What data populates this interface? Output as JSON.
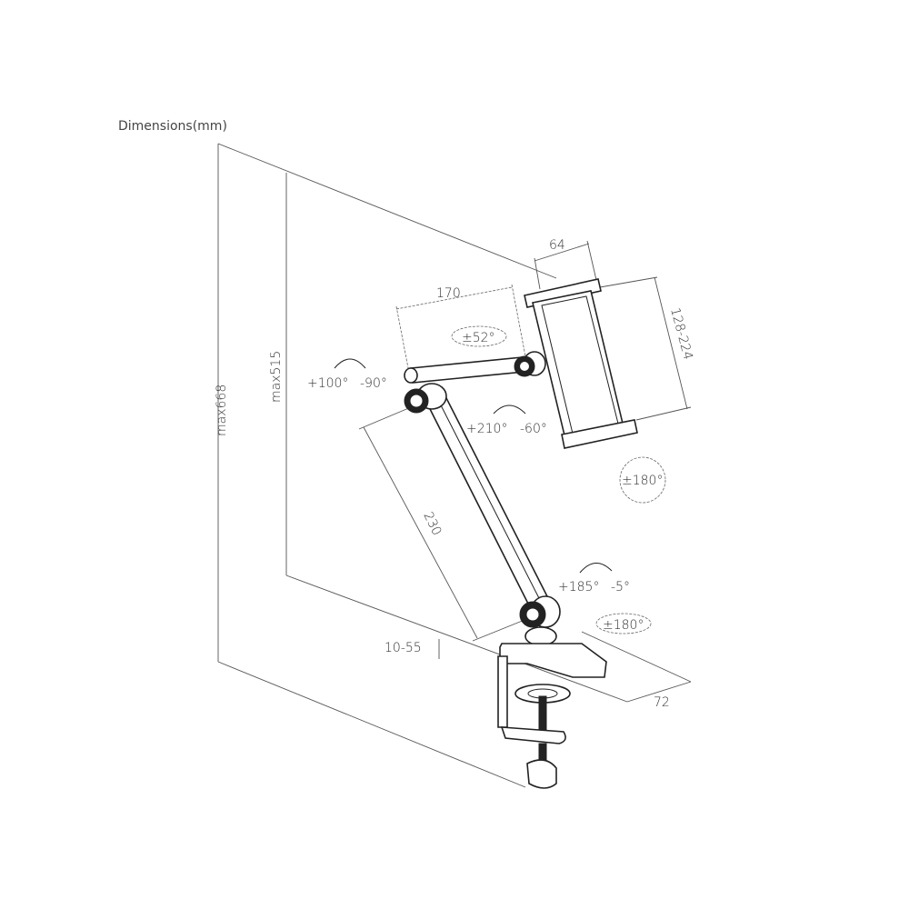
{
  "title": "Dimensions(mm)",
  "dimensions": {
    "total_height": "max668",
    "arm_height": "max515",
    "upper_arm": "170",
    "holder_depth": "64",
    "holder_range": "128-224",
    "lower_arm": "230",
    "clamp_range": "10-55",
    "clamp_width": "72"
  },
  "rotations": {
    "elbow_up": "+100°",
    "elbow_down": "-90°",
    "holder_swivel": "±52°",
    "holder_tilt_up": "+210°",
    "holder_tilt_down": "-60°",
    "holder_rotate": "±180°",
    "base_up": "+185°",
    "base_down": "-5°",
    "base_swivel": "±180°"
  }
}
